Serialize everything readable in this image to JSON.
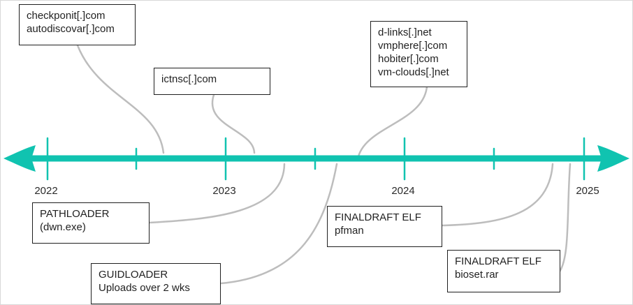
{
  "timeline": {
    "years": [
      "2022",
      "2023",
      "2024",
      "2025"
    ],
    "axis_color": "#10c3b0",
    "connector_color": "#bdbdbd"
  },
  "events_above": [
    {
      "id": "checkponit",
      "lines": [
        "checkponit[.]com",
        "autodiscovar[.]com"
      ]
    },
    {
      "id": "ictnsc",
      "lines": [
        "ictnsc[.]com"
      ]
    },
    {
      "id": "dlinks",
      "lines": [
        "d-links[.]net",
        "vmphere[.]com",
        "hobiter[.]com",
        "vm-clouds[.]net"
      ]
    }
  ],
  "events_below": [
    {
      "id": "pathloader",
      "lines": [
        "PATHLOADER",
        "(dwn.exe)"
      ]
    },
    {
      "id": "guidloader",
      "lines": [
        "GUIDLOADER",
        "Uploads over 2 wks"
      ]
    },
    {
      "id": "finaldraft-pfman",
      "lines": [
        "FINALDRAFT ELF",
        "pfman"
      ]
    },
    {
      "id": "finaldraft-bioset",
      "lines": [
        "FINALDRAFT ELF",
        "bioset.rar"
      ]
    }
  ]
}
